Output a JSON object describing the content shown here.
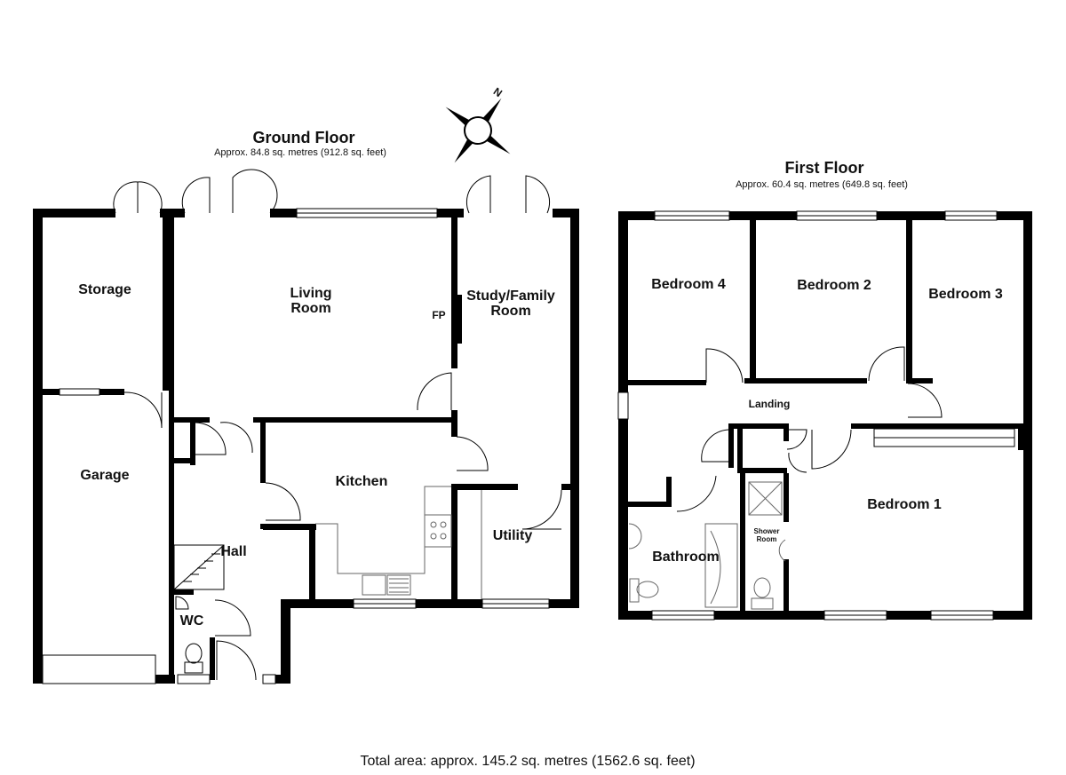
{
  "ground_floor": {
    "title": "Ground Floor",
    "area": "Approx. 84.8 sq. metres (912.8 sq. feet)",
    "rooms": {
      "storage": "Storage",
      "garage": "Garage",
      "living_room": "Living\nRoom",
      "study_family_room": "Study/Family\nRoom",
      "fp": "FP",
      "kitchen": "Kitchen",
      "hall": "Hall",
      "wc": "WC",
      "utility": "Utility"
    }
  },
  "first_floor": {
    "title": "First Floor",
    "area": "Approx. 60.4 sq. metres (649.8 sq. feet)",
    "rooms": {
      "bedroom_4": "Bedroom 4",
      "bedroom_2": "Bedroom 2",
      "bedroom_3": "Bedroom 3",
      "landing": "Landing",
      "bedroom_1": "Bedroom 1",
      "bathroom": "Bathroom",
      "shower_room": "Shower\nRoom"
    }
  },
  "compass": {
    "label": "N",
    "icon": "compass-rose-icon"
  },
  "total_area": "Total area: approx. 145.2 sq. metres (1562.6 sq. feet)",
  "colors": {
    "wall": "#000000",
    "fixture": "#666666"
  }
}
